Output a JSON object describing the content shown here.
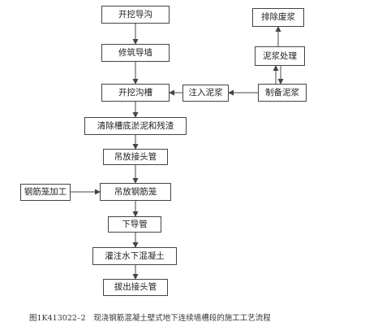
{
  "steps": {
    "dig_guide_trench": "开挖导沟",
    "build_guide_wall": "修筑导墙",
    "excavate_trench": "开挖沟槽",
    "clean_trench_bottom": "清除槽底淤泥和残渣",
    "lower_joint_pipe": "吊放接头管",
    "lower_rebar_cage": "吊放钢筋笼",
    "lower_tremie_pipe": "下导管",
    "pour_underwater_concrete": "灌注水下混凝土",
    "pull_out_joint_pipe": "拔出接头管",
    "rebar_cage_fabrication": "钢筋笼加工",
    "inject_slurry": "注入泥浆",
    "prepare_slurry": "制备泥浆",
    "slurry_treatment": "泥浆处理",
    "discharge_waste_slurry": "排除废浆"
  },
  "caption": "图1K413022–2　现浇钢筋混凝土壁式地下连续墙槽段的施工工艺流程",
  "colors": {
    "line": "#444444",
    "text": "#222222"
  }
}
